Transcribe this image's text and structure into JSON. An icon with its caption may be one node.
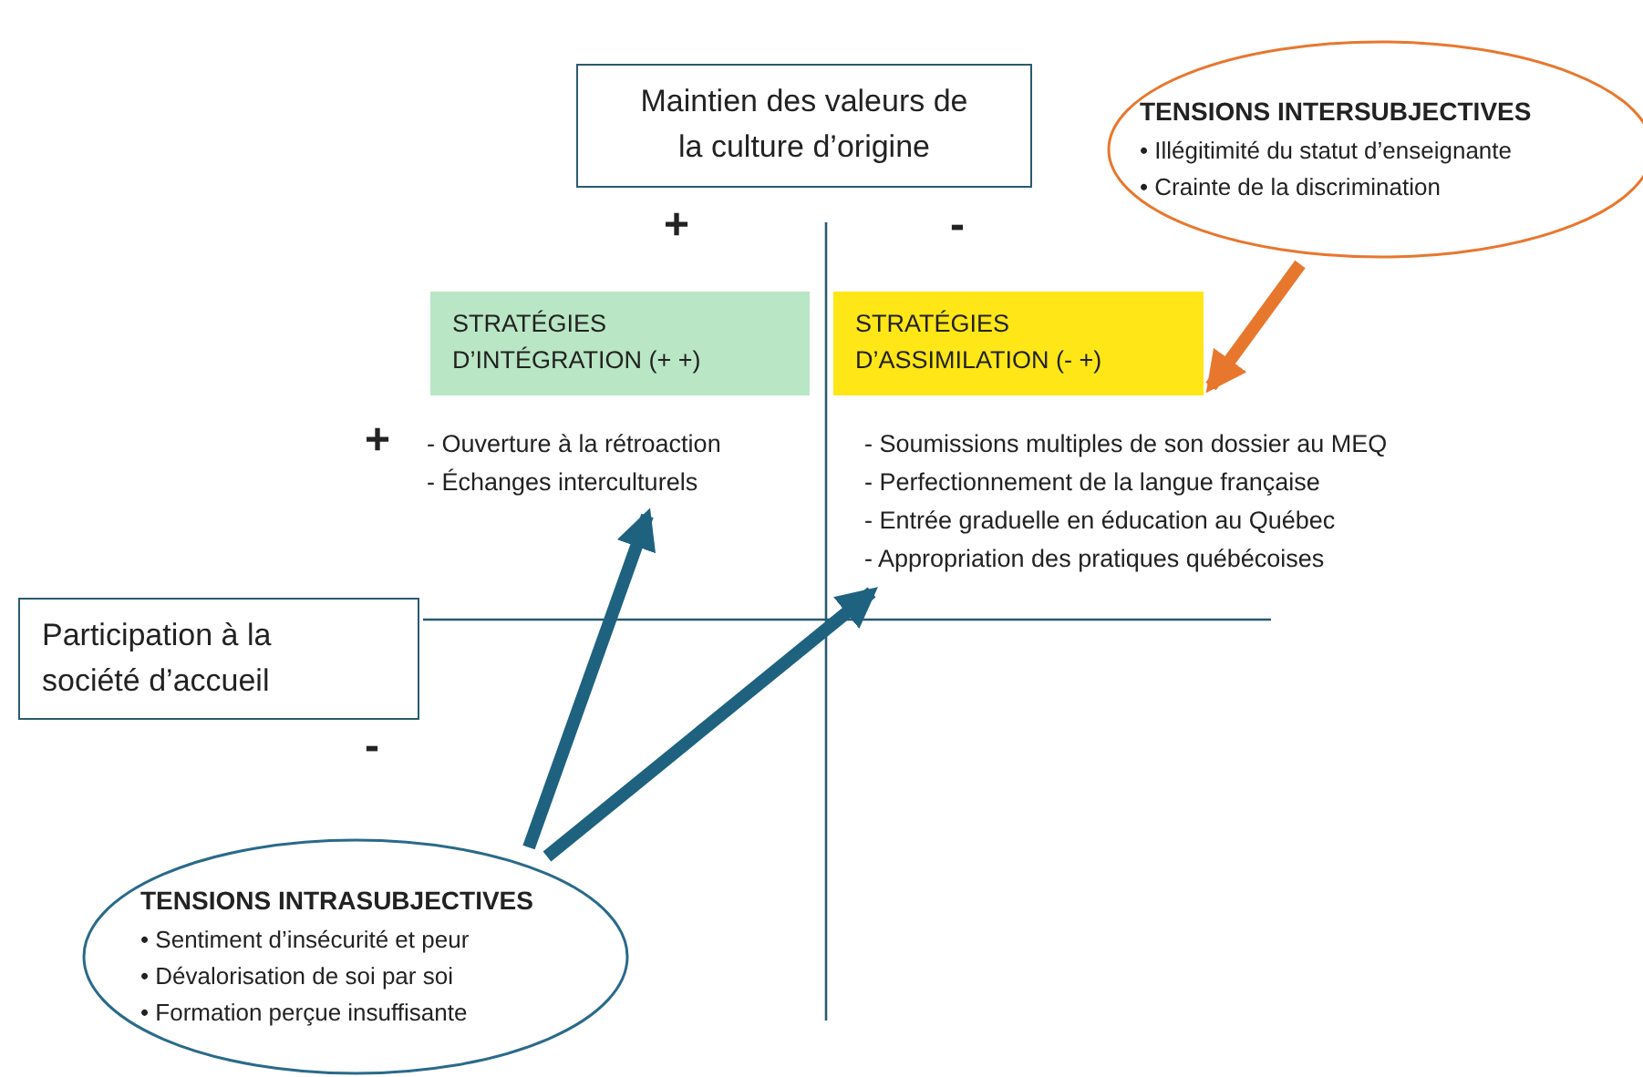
{
  "diagram": {
    "nodes": [
      {
        "text": [
          "Maintien des valeurs de la culture d’origine"
        ]
      },
      {
        "text": [
          "TENSIONS INTERSUBJECTIVES",
          "• Illégitimité du statut d’enseignante",
          "• Crainte de la discrimination"
        ]
      },
      {
        "text": [
          "STRATÉGIES D’INTÉGRATION (+ +)"
        ]
      },
      {
        "text": [
          "STRATÉGIES D’ASSIMILATION (- +)"
        ]
      },
      {
        "text": [
          "- Ouverture à la rétroaction",
          "- Échanges interculturels"
        ]
      },
      {
        "text": [
          "- Soumissions multiples de son dossier au MEQ",
          "- Perfectionnement de la langue française",
          "- Entrée graduelle en éducation au Québec",
          "- Appropriation des pratiques québécoises"
        ]
      },
      {
        "text": [
          "Participation à la société d’accueil"
        ]
      },
      {
        "text": [
          "TENSIONS INTRASUBJECTIVES",
          "• Sentiment d’insécurité et peur",
          "• Dévalorisation de soi par soi",
          "• Formation perçue insuffisante"
        ]
      }
    ],
    "edges": [
      {
        "from": 1,
        "to": 3,
        "arrow": "to",
        "color": "#e8772e"
      },
      {
        "from": 7,
        "to": 4,
        "arrow": "to"
      },
      {
        "from": 7,
        "to": 5,
        "arrow": "to"
      }
    ],
    "labels": [
      "+",
      "-",
      "+",
      "-"
    ]
  }
}
